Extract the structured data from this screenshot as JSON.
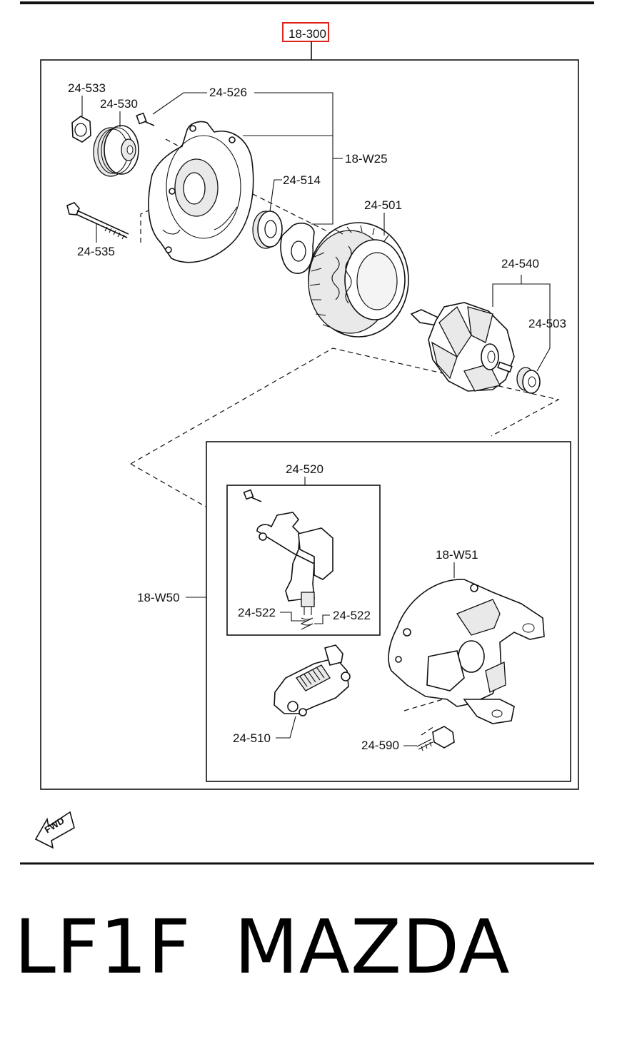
{
  "diagram": {
    "assembly_ref": "18-300",
    "highlight_color": "#e0241b",
    "labels": {
      "p24_533": "24-533",
      "p24_530": "24-530",
      "p24_526": "24-526",
      "p18_W25": "18-W25",
      "p24_514": "24-514",
      "p24_535": "24-535",
      "p24_501": "24-501",
      "p24_540": "24-540",
      "p24_503": "24-503",
      "p24_520": "24-520",
      "p18_W51": "18-W51",
      "p18_W50": "18-W50",
      "p24_522_left": "24-522",
      "p24_522_right": "24-522",
      "p24_510": "24-510",
      "p24_590": "24-590"
    },
    "direction_marker": "FWD"
  },
  "footer": {
    "model": "LF1F",
    "brand": "MAZDA"
  }
}
